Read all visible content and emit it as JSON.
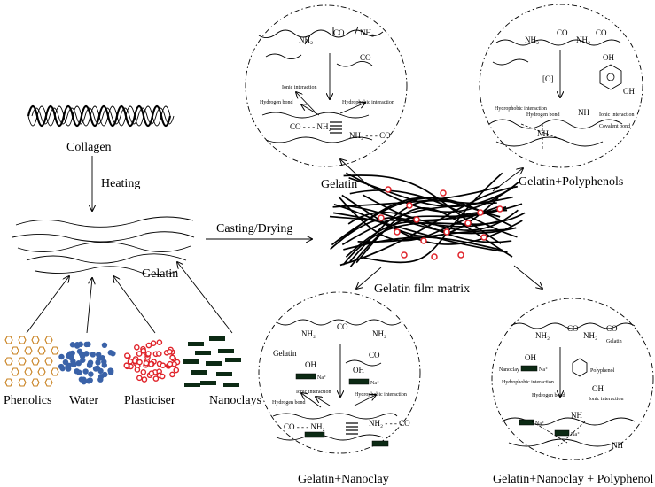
{
  "colors": {
    "phenolics": "#c8801e",
    "water": "#3a62a8",
    "plasticiser": "#e0232a",
    "nanoclay": "#0c2a14",
    "particle": "#e0232a"
  },
  "labels": {
    "collagen": "Collagen",
    "heating": "Heating",
    "gelatin_left": "Gelatin",
    "casting": "Casting/Drying",
    "film_matrix": "Gelatin film matrix",
    "phenolics": "Phenolics",
    "water": "Water",
    "plasticiser": "Plasticiser",
    "nanoclays": "Nanoclays"
  },
  "panels": {
    "gelatin": {
      "caption": "Gelatin",
      "nh2": "NH₂",
      "co": "CO",
      "ionic": "Ionic interaction",
      "hbond": "Hydrogen bond",
      "hydrophobic": "Hydrophobic interaction",
      "co_nh2": "CO - - - NH₂",
      "nh2_co": "NH₂ - - - CO"
    },
    "polyphenols": {
      "caption": "Gelatin+Polyphenols",
      "nh2": "NH₂",
      "co": "CO",
      "oxid": "[O]",
      "oh": "OH",
      "hydrophobic": "Hydrophobic interaction",
      "hbond": "Hydrogen bond",
      "ionic": "Ionic interaction",
      "covalent": "Covalent bond",
      "nh": "NH"
    },
    "nanoclay": {
      "caption": "Gelatin+Nanoclay",
      "nh2": "NH₂",
      "co": "CO",
      "gelatin": "Gelatin",
      "oh": "OH",
      "na": "Na⁺",
      "ionic": "Ionic interaction",
      "hbond": "Hydrogen bond",
      "hydrophobic": "Hydrophobic interaction",
      "co_nh2": "CO - - - NH₂",
      "nh2_co": "NH₂ - - - CO"
    },
    "combined": {
      "caption": "Gelatin+Nanoclay + Polyphenol",
      "nh2": "NH₂",
      "co": "CO",
      "gelatin": "Gelatin",
      "nanoclay": "Nanoclay",
      "na": "Na⁺",
      "oh": "OH",
      "polyphenol": "Polyphenol",
      "hydrophobic": "Hydrophobic interaction",
      "hbond": "Hydrogen bond",
      "ionic": "Ionic interaction",
      "nh": "NH"
    }
  }
}
